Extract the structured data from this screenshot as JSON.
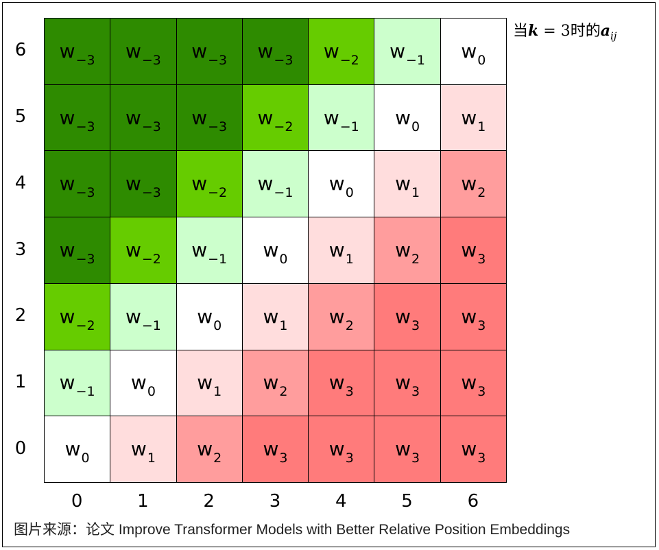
{
  "annotation": "当k = 3时的a_ij",
  "caption": "图片来源：论文 Improve Transformer Models with Better Relative Position Embeddings",
  "axes": {
    "x_ticks": [
      "0",
      "1",
      "2",
      "3",
      "4",
      "5",
      "6"
    ],
    "y_ticks": [
      "0",
      "1",
      "2",
      "3",
      "4",
      "5",
      "6"
    ]
  },
  "matrix": {
    "k": 3,
    "base": "w",
    "rows_top_to_bottom": [
      [
        "-3",
        "-3",
        "-3",
        "-3",
        "-2",
        "-1",
        "0"
      ],
      [
        "-3",
        "-3",
        "-3",
        "-2",
        "-1",
        "0",
        "1"
      ],
      [
        "-3",
        "-3",
        "-2",
        "-1",
        "0",
        "1",
        "2"
      ],
      [
        "-3",
        "-2",
        "-1",
        "0",
        "1",
        "2",
        "3"
      ],
      [
        "-2",
        "-1",
        "0",
        "1",
        "2",
        "3",
        "3"
      ],
      [
        "-1",
        "0",
        "1",
        "2",
        "3",
        "3",
        "3"
      ],
      [
        "0",
        "1",
        "2",
        "3",
        "3",
        "3",
        "3"
      ]
    ]
  },
  "colors": {
    "-3": "#2e8b00",
    "-2": "#66cc00",
    "-1": "#ccffcc",
    "0": "#ffffff",
    "1": "#ffdddd",
    "2": "#ff9d9d",
    "3": "#ff7b7b"
  }
}
